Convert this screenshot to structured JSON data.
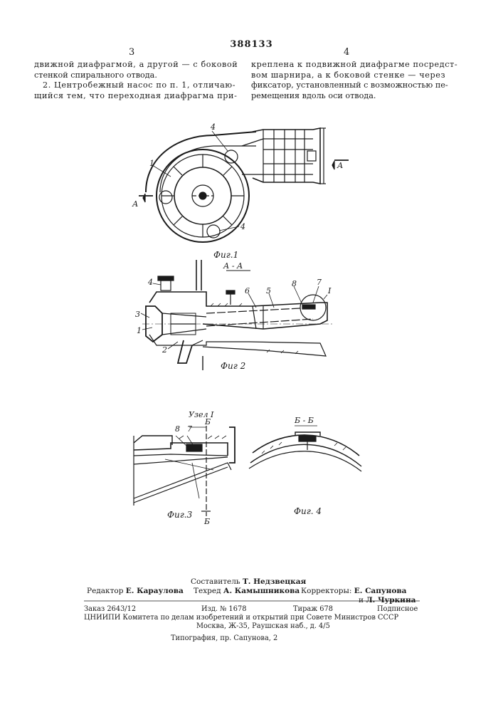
{
  "header": {
    "patent_number": "388133",
    "left_column_number": "3",
    "right_column_number": "4"
  },
  "left_column": {
    "line1": "движной диафрагмой, а другой — с боковой",
    "line2": "стенкой спирального отвода.",
    "line3": "2. Центробежный насос по п. 1, отличаю-",
    "line4": "щийся тем, что переходная диафрагма при-"
  },
  "right_column": {
    "line1": "креплена к подвижной диафрагме посредст-",
    "line2": "вом шарнира, а к боковой стенке — через",
    "line3": "фиксатор, установленный с возможностью пе-",
    "line4": "ремещения вдоль оси отвода."
  },
  "figures": {
    "fig1": {
      "caption": "Фиг.1",
      "labels": {
        "part1": "1",
        "part4_top": "4",
        "part4_bottom": "4",
        "section_left": "А",
        "section_right": "А"
      }
    },
    "fig2": {
      "caption": "Фиг 2",
      "section_title": "А - А",
      "labels": {
        "p4": "4",
        "p3": "3",
        "p1": "1",
        "p2": "2",
        "p6": "6",
        "p5": "5",
        "p8": "8",
        "p7": "7",
        "pI": "I"
      }
    },
    "fig3": {
      "caption": "Фиг.3",
      "node_title": "Узел I",
      "labels": {
        "p8": "8",
        "p7": "7",
        "b_top": "Б",
        "b_bottom": "Б"
      }
    },
    "fig4": {
      "caption": "Фиг. 4",
      "section_title": "Б - Б"
    }
  },
  "credits": {
    "compiler_label": "Составитель",
    "compiler_name": "Т. Недзвецкая",
    "editor_label": "Редактор",
    "editor_name": "Е. Караулова",
    "techred_label": "Техред",
    "techred_name": "А. Камышникова",
    "correctors_label": "Корректоры:",
    "corrector1": "Е. Сапунова",
    "corrector2_prefix": "и",
    "corrector2": "Л. Чуркина"
  },
  "footer": {
    "order": "Заказ 2643/12",
    "edition": "Изд. № 1678",
    "print_run": "Тираж 678",
    "subscription": "Подписное",
    "org_line": "ЦНИИПИ Комитета по делам изобретений и открытий при Совете Министров СССР",
    "address": "Москва, Ж-35, Раушская наб., д. 4/5",
    "printer": "Типография, пр. Сапунова, 2"
  }
}
